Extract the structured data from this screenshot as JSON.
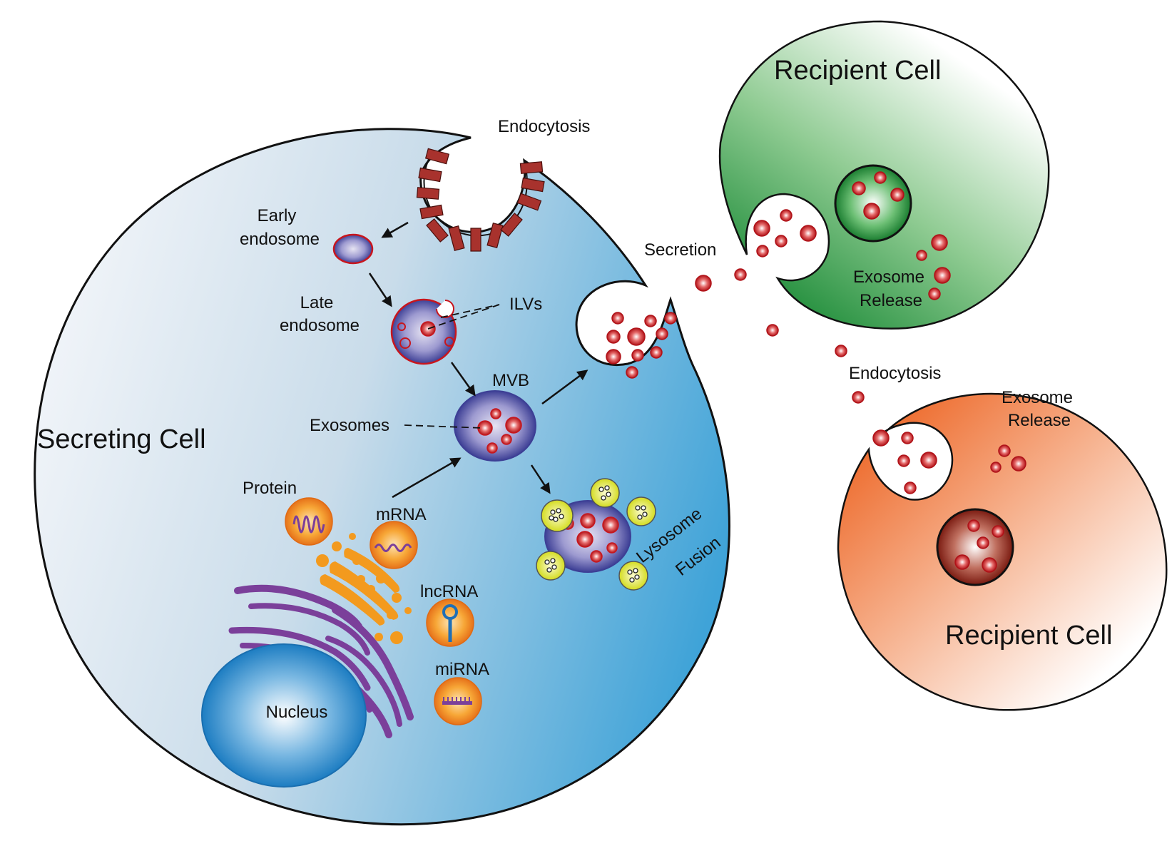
{
  "labels": {
    "endocytosis_top": "Endocytosis",
    "early_endosome_1": "Early",
    "early_endosome_2": "endosome",
    "late_endosome_1": "Late",
    "late_endosome_2": "endosome",
    "ilvs": "ILVs",
    "mvb": "MVB",
    "exosomes": "Exosomes",
    "secreting_cell": "Secreting Cell",
    "protein": "Protein",
    "mrna": "mRNA",
    "lncrna": "lncRNA",
    "mirna": "miRNA",
    "nucleus": "Nucleus",
    "lysosome_1": "Lysosome",
    "lysosome_2": "Fusion",
    "secretion": "Secretion",
    "recipient_cell_top": "Recipient Cell",
    "exosome_release_top_1": "Exosome",
    "exosome_release_top_2": "Release",
    "endocytosis_right": "Endocytosis",
    "exosome_release_bottom_1": "Exosome",
    "exosome_release_bottom_2": "Release",
    "recipient_cell_bottom": "Recipient Cell"
  },
  "colors": {
    "secreting_cell_light": "#eef3f8",
    "secreting_cell_dark": "#4aa8d8",
    "recipient_green": "#1e8a3a",
    "recipient_orange": "#ec6424",
    "exosome_red": "#c8161d",
    "vesicle_purple": "#4a4fa3",
    "golgi_purple": "#7b3f9a",
    "er_orange": "#f39a1e",
    "nucleus_blue": "#1f7fc4",
    "lysosome_yellow": "#d9e021",
    "clathrin": "#a8322d"
  }
}
